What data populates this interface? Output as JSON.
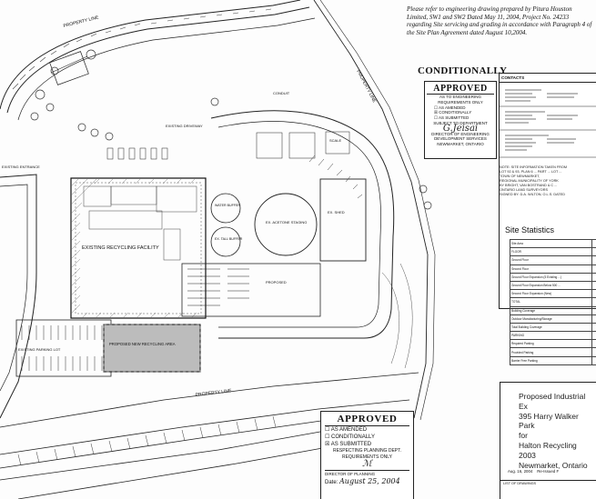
{
  "note": "Please refer to engineering drawing prepared by Pitura Houston Limited, SW1 and SW2 Dated May 11, 2004, Project No. 24233 regarding Site servicing and grading in accordance with Paragraph 4 of the Site Plan Agreement dated August 10,2004.",
  "conditionally": "CONDITIONALLY",
  "stamp_engineering": {
    "title": "APPROVED",
    "line1": "AS TO ENGINEERING",
    "line2": "REQUIREMENTS ONLY",
    "opt1": "AS AMENDED",
    "opt2": "CONDITIONALLY",
    "opt3": "AS SUBMITTED",
    "line3": "SUBJECT TO DEPARTMENT",
    "line4": "DIRECTOR OF ENGINEERING",
    "line5": "DEVELOPMENT SERVICES",
    "line6": "NEWMARKET, ONTARIO",
    "signature": "G.Jeisai"
  },
  "contacts_header": "CONTACTS",
  "site_notes": [
    "NOTE: SITE INFORMATION TAKEN FROM",
    "LOT 92 & 93, PLAN 6 ... PART ... LOT ...",
    "TOWN OF NEWMARKET,",
    "REGIONAL MUNICIPALITY OF YORK",
    "BY BRIGHT, VAN BOSTRAND & C ...",
    "ONTARIO LAND SURVEYORS",
    "SIGNED BY: D.A. WILTON, O.L.S. DATED"
  ],
  "site_statistics": {
    "title": "Site Statistics",
    "rows": [
      "Site Area",
      "FLOOR",
      "Ground Floor",
      "Second Floor",
      "Ground Floor Expansion (5 Existing ...)",
      "Ground Floor Expansion Below 500 ...",
      "Second Floor Expansion (New)",
      "TOTAL",
      "Building Coverage",
      "Outdoor Manufacturing/Storage",
      "Total Building Coverage",
      "PARKING",
      "Required Parking",
      "Provided Parking",
      "Barrier Free Parking"
    ]
  },
  "project": {
    "title1": "Proposed Industrial Ex",
    "title2": "395 Harry Walker Park",
    "title3": "for",
    "title4": "Halton Recycling 2003",
    "title5": "Newmarket, Ontario",
    "date": "Aug. 16, 2004",
    "reissued": "Re-Issued F",
    "list": "LIST OF DRAWINGS"
  },
  "stamp_planning": {
    "title": "APPROVED",
    "opt1": "AS AMENDED",
    "opt2": "CONDITIONALLY",
    "opt3": "AS SUBMITTED",
    "respecting": "RESPECTING PLANNING DEPT.",
    "requirements": "REQUIREMENTS ONLY",
    "director": "DIRECTOR OF PLANNING",
    "date_label": "Date:",
    "date_value": "August 25, 2004"
  },
  "plan_labels": {
    "property_line": "PROPERTY LINE",
    "existing_entrance": "EXISTING ENTRANCE",
    "existing_recycling": "EXISTING RECYCLING FACILITY",
    "proposed_addition": "PROPOSED NEW RECYCLING AREA",
    "existing_parking": "EXISTING PARKING LOT",
    "acetone": "EX. ACETONE STAGING",
    "water_buffer": "WATER BUFFER",
    "ex_tall_buffer": "EX. TALL BUFFER",
    "ex_shed": "EX. SHED",
    "proposed": "PROPOSED",
    "existing_driveway": "EXISTING DRIVEWAY",
    "conduit": "CONDUIT",
    "scale_house": "SCALE"
  }
}
